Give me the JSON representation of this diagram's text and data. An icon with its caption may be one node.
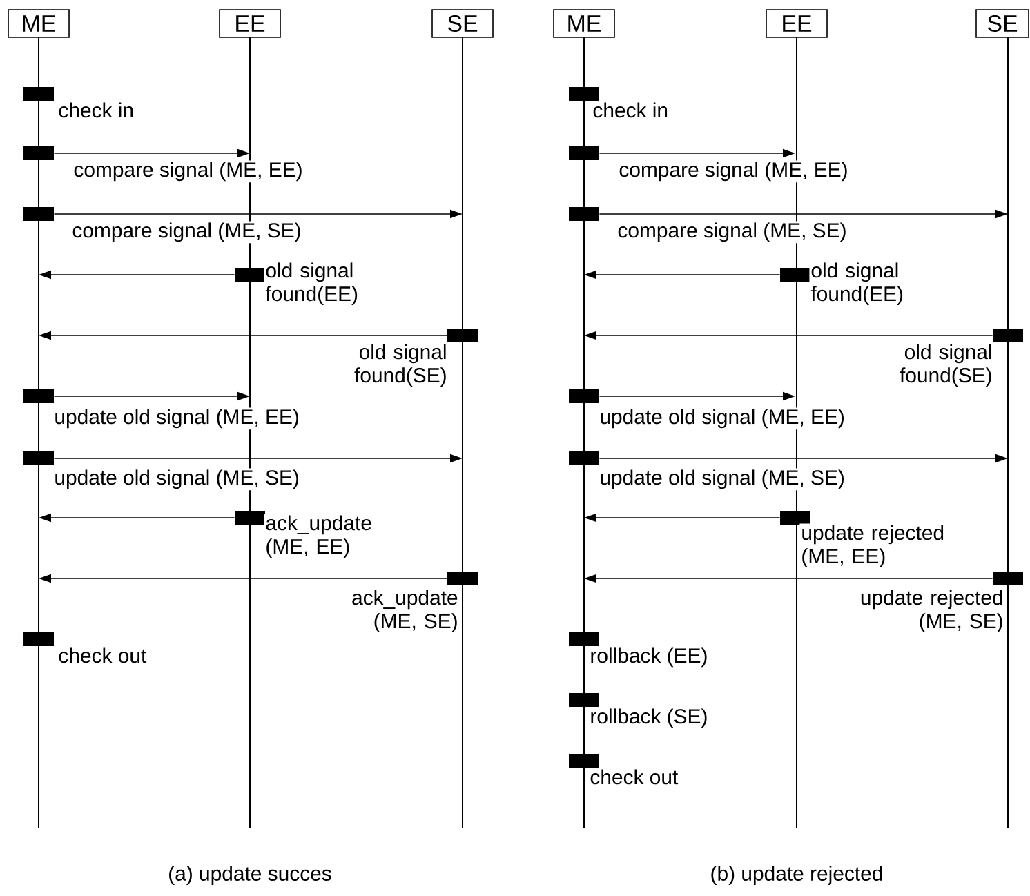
{
  "diagram": {
    "nodes": [
      {
        "text": [
          "ME"
        ]
      },
      {
        "text": [
          "EE"
        ]
      },
      {
        "text": [
          "SE"
        ]
      },
      {
        "text": [],
        "shape": "bar",
        "beside": [
          "check in"
        ]
      },
      {
        "text": [],
        "shape": "bar"
      },
      {
        "text": [],
        "shape": "bar"
      },
      {
        "text": [],
        "shape": "bar"
      },
      {
        "text": [],
        "shape": "bar"
      },
      {
        "text": [],
        "shape": "bar"
      },
      {
        "text": [],
        "shape": "bar"
      },
      {
        "text": [],
        "shape": "bar"
      },
      {
        "text": [],
        "shape": "bar"
      },
      {
        "text": [],
        "shape": "bar",
        "beside": [
          "check out"
        ]
      },
      {
        "text": [
          "ME"
        ]
      },
      {
        "text": [
          "EE"
        ]
      },
      {
        "text": [
          "SE"
        ]
      },
      {
        "text": [],
        "shape": "bar",
        "beside": [
          "check in"
        ]
      },
      {
        "text": [],
        "shape": "bar"
      },
      {
        "text": [],
        "shape": "bar"
      },
      {
        "text": [],
        "shape": "bar"
      },
      {
        "text": [],
        "shape": "bar"
      },
      {
        "text": [],
        "shape": "bar"
      },
      {
        "text": [],
        "shape": "bar"
      },
      {
        "text": [],
        "shape": "bar"
      },
      {
        "text": [],
        "shape": "bar"
      },
      {
        "text": [],
        "shape": "bar",
        "beside": [
          "rollback (EE)"
        ]
      },
      {
        "text": [],
        "shape": "bar",
        "beside": [
          "rollback (SE)"
        ]
      },
      {
        "text": [],
        "shape": "bar",
        "beside": [
          "check out"
        ]
      }
    ],
    "edges": [
      {
        "from": 4,
        "to": null,
        "arrow": "to",
        "label": "compare signal (ME, EE)"
      },
      {
        "from": 5,
        "to": null,
        "arrow": "to",
        "label": "compare signal (ME, SE)"
      },
      {
        "from": 6,
        "to": null,
        "arrow": "to",
        "label": "old signal found(EE)"
      },
      {
        "from": 7,
        "to": null,
        "arrow": "to",
        "label": "old signal found(SE)"
      },
      {
        "from": 8,
        "to": null,
        "arrow": "to",
        "label": "update old signal (ME, EE)"
      },
      {
        "from": 9,
        "to": null,
        "arrow": "to",
        "label": "update old signal (ME, SE)"
      },
      {
        "from": 10,
        "to": null,
        "arrow": "to",
        "label": "ack_update (ME, EE)"
      },
      {
        "from": 11,
        "to": null,
        "arrow": "to",
        "label": "ack_update (ME, SE)"
      },
      {
        "from": 17,
        "to": null,
        "arrow": "to",
        "label": "compare signal (ME, EE)"
      },
      {
        "from": 18,
        "to": null,
        "arrow": "to",
        "label": "compare signal (ME, SE)"
      },
      {
        "from": 19,
        "to": null,
        "arrow": "to",
        "label": "old signal found(EE)"
      },
      {
        "from": 20,
        "to": null,
        "arrow": "to",
        "label": "old signal found(SE)"
      },
      {
        "from": 21,
        "to": null,
        "arrow": "to",
        "label": "update old signal (ME, EE)"
      },
      {
        "from": 22,
        "to": null,
        "arrow": "to",
        "label": "update old signal (ME, SE)"
      },
      {
        "from": 23,
        "to": null,
        "arrow": "to",
        "label": "update rejected (ME, EE)"
      },
      {
        "from": 24,
        "to": null,
        "arrow": "to",
        "label": "update rejected (ME, SE)"
      }
    ],
    "labels": [
      "(a) update succes",
      "(b) update rejected"
    ]
  }
}
